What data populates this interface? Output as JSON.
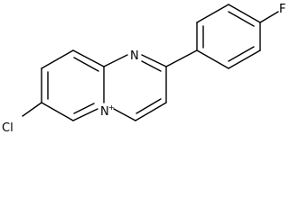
{
  "structure": {
    "atoms": {
      "chlorine": "Cl",
      "fluorine": "F",
      "ring_nitrogen": "N",
      "bridgehead_nitrogen": "N",
      "charge": "+"
    },
    "colors": {
      "bond": "#000000",
      "background": "#ffffff"
    }
  }
}
